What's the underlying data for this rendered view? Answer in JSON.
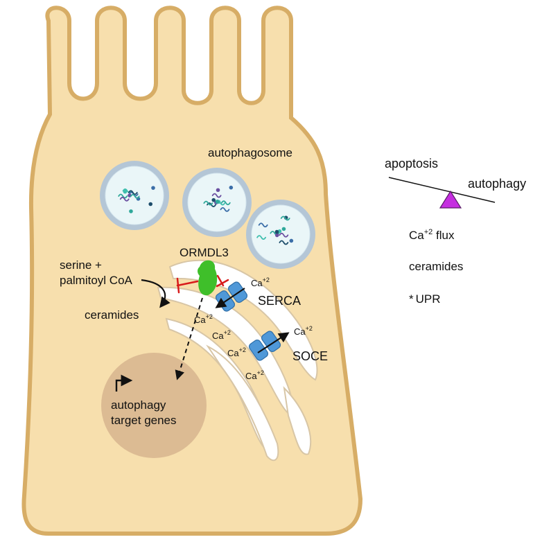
{
  "colors": {
    "cell_fill": "#f7dfad",
    "cell_stroke": "#d7ad66",
    "nucleus": "#dcbb93",
    "er_fill": "#ffffff",
    "er_stroke": "#d8c6a6",
    "vesicle_ring": "#b4c6d6",
    "vesicle_inner": "#eaf6f8",
    "ormdl3": "#3fbf2a",
    "channel": "#4f98d8",
    "inhibition": "#d81b1b",
    "balance_triangle": "#c52ee0"
  },
  "labels": {
    "autophagosome": "autophagosome",
    "ormdl3": "ORMDL3",
    "serine_line1": "serine +",
    "serine_line2": "palmitoyl CoA",
    "ceramides": "ceramides",
    "serca": "SERCA",
    "soce": "SOCE",
    "gene_line1": "autophagy",
    "gene_line2": "target genes",
    "ca": "Ca",
    "ca_charge": "+2"
  },
  "balance": {
    "left": "apoptosis",
    "right": "autophagy"
  },
  "effects": {
    "ca_base": "Ca",
    "ca_sup": "+2",
    "ca_rest": " flux",
    "ceramides": "ceramides",
    "upr_mark": "*",
    "upr": "UPR"
  },
  "icons": {
    "gene_promoter": "promoter-arrow-icon",
    "pump": "pump-channel-icon"
  }
}
